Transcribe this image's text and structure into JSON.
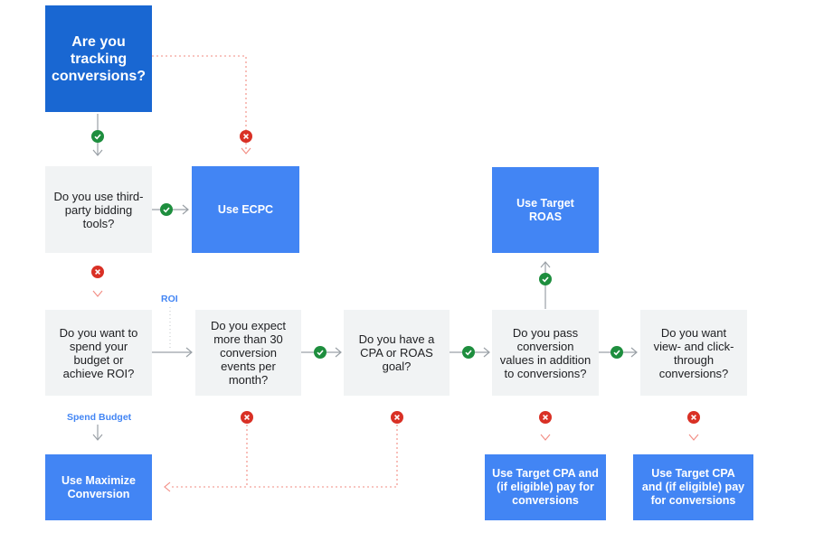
{
  "diagram": {
    "start": {
      "text": "Are you tracking conversions?"
    },
    "questions": {
      "third_party": "Do you use third-party bidding tools?",
      "spend_or_roi": "Do you want to spend your budget or achieve ROI?",
      "expect_30": "Do you expect more than 30 conversion events per month?",
      "cpa_roas_goal": "Do you have a CPA or ROAS goal?",
      "pass_values": "Do you pass conversion values in addition to conversions?",
      "view_click": "Do you want view- and click-through conversions?"
    },
    "outcomes": {
      "ecpc": "Use ECPC",
      "target_roas": "Use Target ROAS",
      "maximize_conversion": "Use Maximize Conversion",
      "target_cpa_1": "Use Target CPA and (if eligible) pay for conversions",
      "target_cpa_2": "Use Target CPA and (if eligible) pay for conversions"
    },
    "edge_labels": {
      "roi": "ROI",
      "spend_budget": "Spend Budget"
    },
    "colors": {
      "question_bg": "#f1f3f4",
      "outcome_bg": "#4285f4",
      "start_bg": "#1967d2",
      "yes": "#1e8e3e",
      "no": "#d93025",
      "arrow": "#9aa0a6",
      "no_path": "#f28b82"
    },
    "icons": {
      "yes": "check-circle-icon",
      "no": "x-circle-icon"
    }
  }
}
